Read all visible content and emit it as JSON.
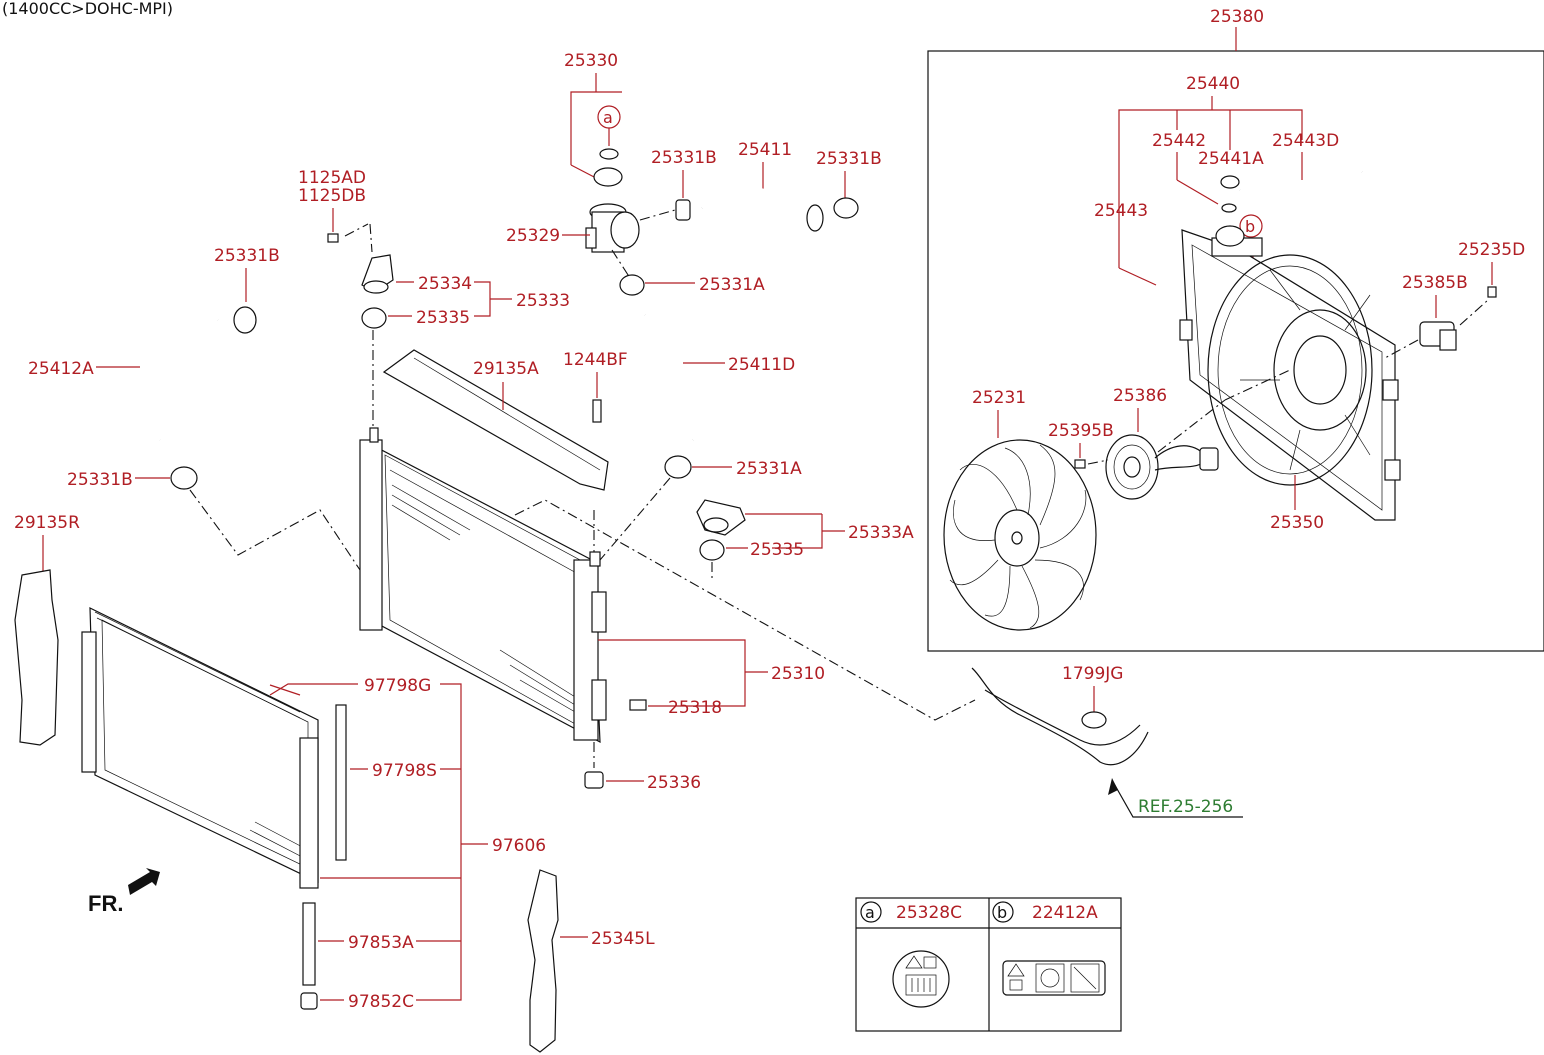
{
  "header": {
    "engine": "(1400CC>DOHC-MPI)"
  },
  "labels": {
    "p25380": "25380",
    "p25440": "25440",
    "p25442": "25442",
    "p25441A": "25441A",
    "p25443D": "25443D",
    "p25443": "25443",
    "p25235D": "25235D",
    "p25385B": "25385B",
    "p25231": "25231",
    "p25386": "25386",
    "p25395B": "25395B",
    "p25350": "25350",
    "p25330": "25330",
    "p25331B_top": "25331B",
    "p25411": "25411",
    "p25331B_right": "25331B",
    "p25329": "25329",
    "p25331A_top": "25331A",
    "p1125AD": "1125AD",
    "p1125DB": "1125DB",
    "p25334": "25334",
    "p25333": "25333",
    "p25335_top": "25335",
    "p25331B_left": "25331B",
    "p25412A": "25412A",
    "p29135A": "29135A",
    "p1244BF": "1244BF",
    "p25411D": "25411D",
    "p25331A_mid": "25331A",
    "p25331B_low": "25331B",
    "p29135R": "29135R",
    "p25333A": "25333A",
    "p25335_mid": "25335",
    "p25310": "25310",
    "p25318": "25318",
    "p1799JG": "1799JG",
    "p97798G": "97798G",
    "p97798S": "97798S",
    "p97606": "97606",
    "p25336": "25336",
    "p97853A": "97853A",
    "p97852C": "97852C",
    "p25345L": "25345L",
    "fr": "FR.",
    "ref": "REF.25-256"
  },
  "callouts": {
    "a_letter": "a",
    "b_letter": "b"
  },
  "legend_table": {
    "a_letter": "a",
    "a_part": "25328C",
    "b_letter": "b",
    "b_part": "22412A"
  },
  "colors": {
    "part_number": "#b01e24",
    "reference": "#2e7d32",
    "linework": "#111111"
  }
}
